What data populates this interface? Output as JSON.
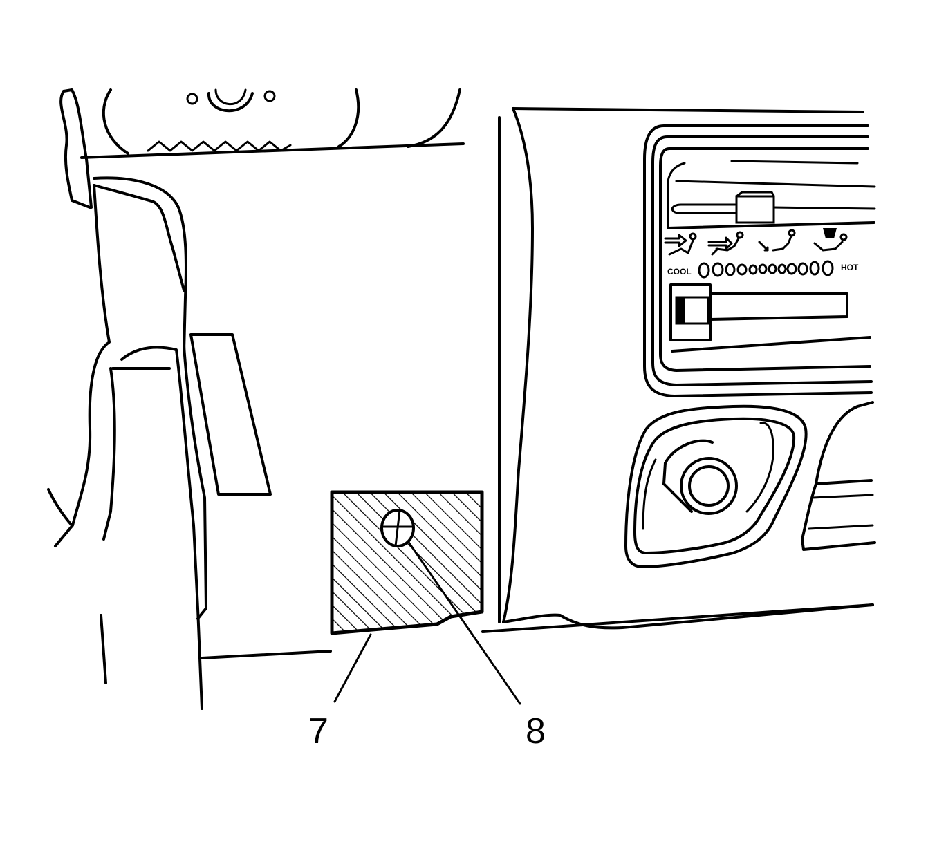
{
  "labels": {
    "temperature_low": "COOL",
    "temperature_high": "HOT"
  },
  "callouts": [
    {
      "id": "7"
    },
    {
      "id": "8"
    }
  ]
}
